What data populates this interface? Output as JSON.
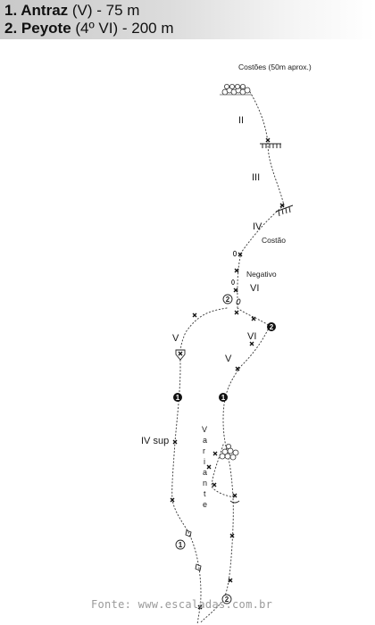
{
  "header": {
    "route1": {
      "name": "1. Antraz",
      "grade": " (V) - 75 m"
    },
    "route2": {
      "name": "2. Peyote",
      "grade": " (4º VI) - 200 m"
    }
  },
  "topo": {
    "top_note": "Costões (50m aprox.)",
    "pitch_grades": {
      "p1": "II",
      "p2": "III",
      "p3": "IV",
      "p4": "VI",
      "p5": "VI",
      "p6": "V",
      "p7": "V",
      "p8": "IV sup"
    },
    "features": {
      "costao": "Costão",
      "negativo": "Negativo"
    },
    "variant_letters": [
      "V",
      "a",
      "r",
      "i",
      "a",
      "n",
      "t",
      "e"
    ],
    "route_markers": {
      "one": "1",
      "two": "2"
    }
  },
  "footer": {
    "credit": "Fonte: www.escaladas.com.br"
  }
}
